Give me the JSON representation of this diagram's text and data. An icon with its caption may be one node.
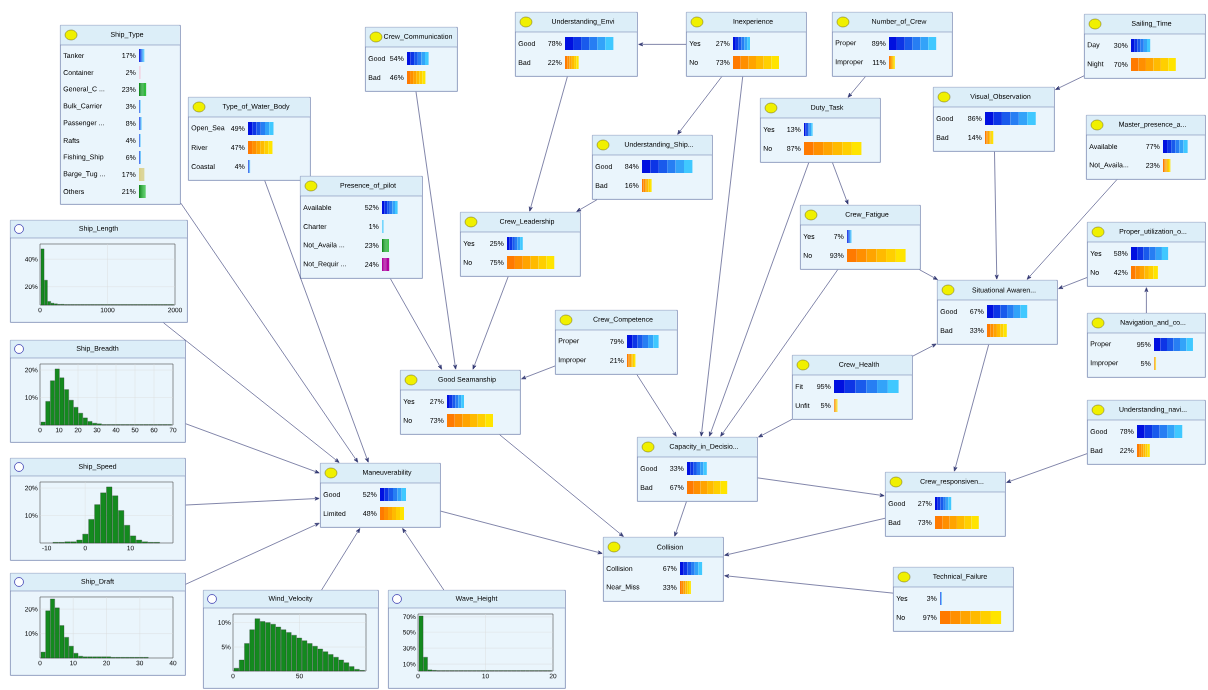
{
  "diagram": {
    "nodes": [
      {
        "text": [
          "Ship_Type",
          "Tanker",
          "17%",
          "Container",
          "2%",
          "General_C ...",
          "23%",
          "Bulk_Carrier",
          "3%",
          "Passenger ...",
          "8%",
          "Rafts",
          "4%",
          "Fishing_Ship",
          "6%",
          "Barge_Tug ...",
          "17%",
          "Others",
          "21%"
        ]
      },
      {
        "text": [
          "Crew_Communication",
          "Good",
          "54%",
          "Bad",
          "46%"
        ]
      },
      {
        "text": [
          "Understanding_Envi",
          "Good",
          "78%",
          "Bad",
          "22%"
        ]
      },
      {
        "text": [
          "Inexperience",
          "Yes",
          "27%",
          "No",
          "73%"
        ]
      },
      {
        "text": [
          "Number_of_Crew",
          "Proper",
          "89%",
          "Improper",
          "11%"
        ]
      },
      {
        "text": [
          "Sailing_Time",
          "Day",
          "30%",
          "Night",
          "70%"
        ]
      },
      {
        "text": [
          "Type_of_Water_Body",
          "Open_Sea",
          "49%",
          "River",
          "47%",
          "Coastal",
          "4%"
        ]
      },
      {
        "text": [
          "Duty_Task",
          "Yes",
          "13%",
          "No",
          "87%"
        ]
      },
      {
        "text": [
          "Visual_Observation",
          "Good",
          "86%",
          "Bad",
          "14%"
        ]
      },
      {
        "text": [
          "Understanding_Ship...",
          "Good",
          "84%",
          "Bad",
          "16%"
        ]
      },
      {
        "text": [
          "Master_presence_a...",
          "Available",
          "77%",
          "Not_Availa...",
          "23%"
        ]
      },
      {
        "text": [
          "Presence_of_pilot",
          "Available",
          "52%",
          "Charter",
          "1%",
          "Not_Availa ...",
          "23%",
          "Not_Requir ...",
          "24%"
        ]
      },
      {
        "text": [
          "Ship_Length",
          "40%",
          "20%",
          "0",
          "1000",
          "2000"
        ]
      },
      {
        "text": [
          "Crew_Leadership",
          "Yes",
          "25%",
          "No",
          "75%"
        ]
      },
      {
        "text": [
          "Crew_Fatigue",
          "Yes",
          "7%",
          "No",
          "93%"
        ]
      },
      {
        "text": [
          "Proper_utilization_o...",
          "Yes",
          "58%",
          "No",
          "42%"
        ]
      },
      {
        "text": [
          "Situational Awaren...",
          "Good",
          "67%",
          "Bad",
          "33%"
        ]
      },
      {
        "text": [
          "Ship_Breadth",
          "20%",
          "10%",
          "0",
          "10",
          "20",
          "30",
          "40",
          "50",
          "60",
          "70"
        ]
      },
      {
        "text": [
          "Crew_Competence",
          "Proper",
          "79%",
          "Improper",
          "21%"
        ]
      },
      {
        "text": [
          "Navigation_and_co...",
          "Proper",
          "95%",
          "Improper",
          "5%"
        ]
      },
      {
        "text": [
          "Good Seamanship",
          "Yes",
          "27%",
          "No",
          "73%"
        ]
      },
      {
        "text": [
          "Crew_Health",
          "Fit",
          "95%",
          "Unfit",
          "5%"
        ]
      },
      {
        "text": [
          "Understanding_navi...",
          "Good",
          "78%",
          "Bad",
          "22%"
        ]
      },
      {
        "text": [
          "Ship_Speed",
          "20%",
          "10%",
          "-10",
          "0",
          "10"
        ]
      },
      {
        "text": [
          "Maneuverability",
          "Good",
          "52%",
          "Limited",
          "48%"
        ]
      },
      {
        "text": [
          "Capacity_in_Decisio...",
          "Good",
          "33%",
          "Bad",
          "67%"
        ]
      },
      {
        "text": [
          "Crew_responsiven...",
          "Good",
          "27%",
          "Bad",
          "73%"
        ]
      },
      {
        "text": [
          "Collision",
          "Collision",
          "67%",
          "Near_Miss",
          "33%"
        ]
      },
      {
        "text": [
          "Ship_Draft",
          "20%",
          "10%",
          "0",
          "10",
          "20",
          "30",
          "40"
        ]
      },
      {
        "text": [
          "Wind_Velocity",
          "10%",
          "5%",
          "0",
          "50"
        ]
      },
      {
        "text": [
          "Wave_Height",
          "70%",
          "50%",
          "30%",
          "10%",
          "0",
          "10",
          "20"
        ]
      },
      {
        "text": [
          "Technical_Failure",
          "Yes",
          "3%",
          "No",
          "97%"
        ]
      }
    ],
    "edges": [
      {
        "from": 0,
        "to": 24,
        "arrow": "to"
      },
      {
        "from": 6,
        "to": 24,
        "arrow": "to"
      },
      {
        "from": 12,
        "to": 24,
        "arrow": "to"
      },
      {
        "from": 17,
        "to": 24,
        "arrow": "to"
      },
      {
        "from": 23,
        "to": 24,
        "arrow": "to"
      },
      {
        "from": 28,
        "to": 24,
        "arrow": "to"
      },
      {
        "from": 29,
        "to": 24,
        "arrow": "to"
      },
      {
        "from": 30,
        "to": 24,
        "arrow": "to"
      },
      {
        "from": 3,
        "to": 2,
        "arrow": "to"
      },
      {
        "from": 3,
        "to": 9,
        "arrow": "to"
      },
      {
        "from": 3,
        "to": 25,
        "arrow": "to"
      },
      {
        "from": 2,
        "to": 13,
        "arrow": "to"
      },
      {
        "from": 9,
        "to": 13,
        "arrow": "to"
      },
      {
        "from": 1,
        "to": 20,
        "arrow": "to"
      },
      {
        "from": 11,
        "to": 20,
        "arrow": "to"
      },
      {
        "from": 13,
        "to": 20,
        "arrow": "to"
      },
      {
        "from": 18,
        "to": 20,
        "arrow": "to"
      },
      {
        "from": 18,
        "to": 25,
        "arrow": "to"
      },
      {
        "from": 4,
        "to": 7,
        "arrow": "to"
      },
      {
        "from": 7,
        "to": 14,
        "arrow": "to"
      },
      {
        "from": 7,
        "to": 25,
        "arrow": "to"
      },
      {
        "from": 14,
        "to": 25,
        "arrow": "to"
      },
      {
        "from": 14,
        "to": 16,
        "arrow": "to"
      },
      {
        "from": 5,
        "to": 8,
        "arrow": "to"
      },
      {
        "from": 8,
        "to": 16,
        "arrow": "to"
      },
      {
        "from": 10,
        "to": 16,
        "arrow": "to"
      },
      {
        "from": 15,
        "to": 16,
        "arrow": "to"
      },
      {
        "from": 19,
        "to": 15,
        "arrow": "to"
      },
      {
        "from": 21,
        "to": 16,
        "arrow": "to"
      },
      {
        "from": 21,
        "to": 25,
        "arrow": "to"
      },
      {
        "from": 16,
        "to": 26,
        "arrow": "to"
      },
      {
        "from": 22,
        "to": 26,
        "arrow": "to"
      },
      {
        "from": 25,
        "to": 26,
        "arrow": "to"
      },
      {
        "from": 25,
        "to": 27,
        "arrow": "to"
      },
      {
        "from": 20,
        "to": 27,
        "arrow": "to"
      },
      {
        "from": 24,
        "to": 27,
        "arrow": "to"
      },
      {
        "from": 26,
        "to": 27,
        "arrow": "to"
      },
      {
        "from": 31,
        "to": 27,
        "arrow": "to"
      }
    ]
  }
}
